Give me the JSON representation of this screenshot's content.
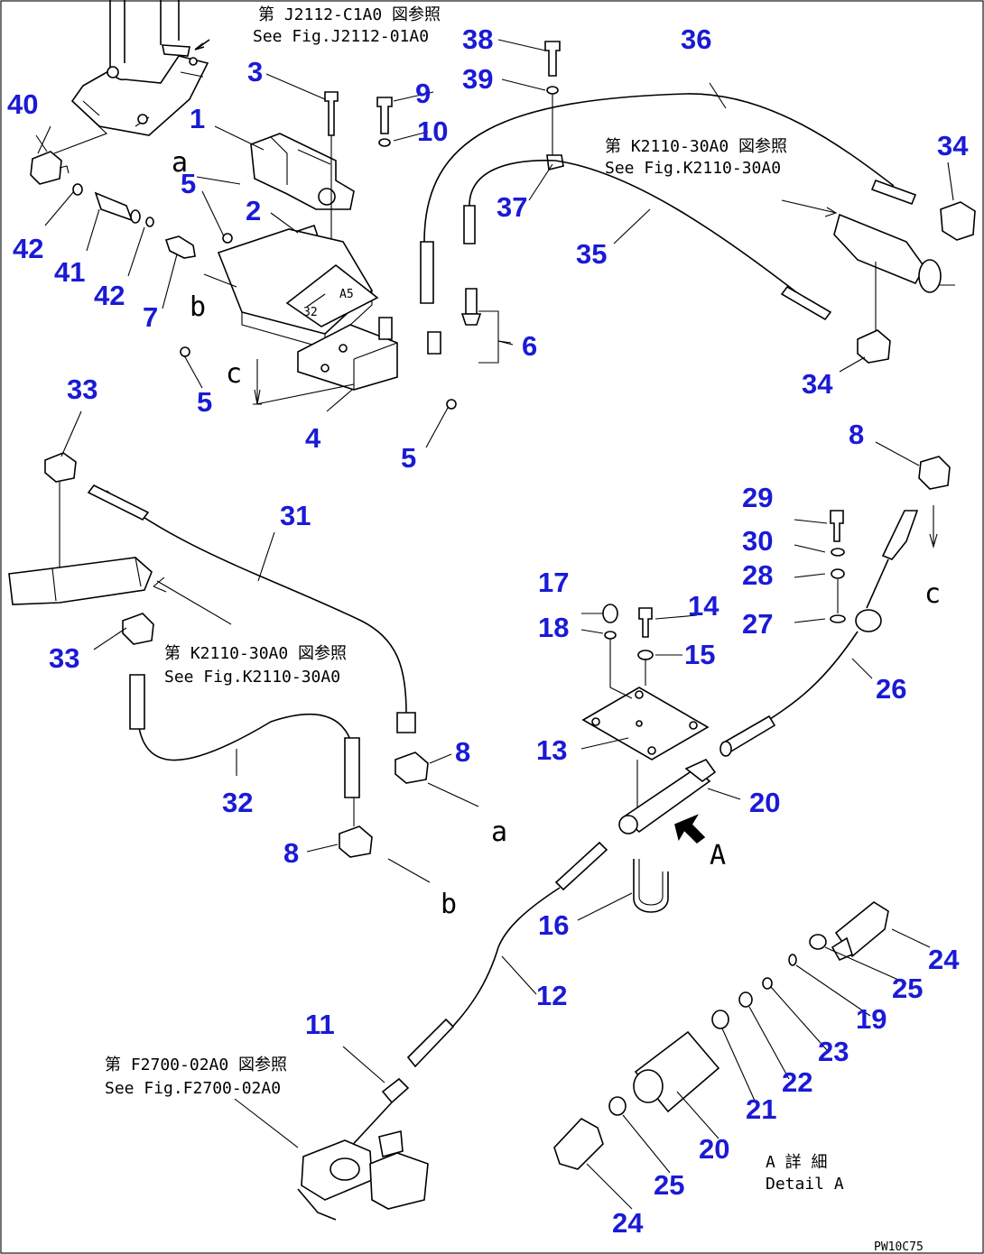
{
  "refs": {
    "r_top": [
      "第 J2112-C1A0 図参照",
      "See Fig.J2112-01A0"
    ],
    "r_right": [
      "第 K2110-30A0 図参照",
      "See Fig.K2110-30A0"
    ],
    "r_left": [
      "第 K2110-30A0 図参照",
      "See Fig.K2110-30A0"
    ],
    "r_bottom": [
      "第 F2700-02A0 図参照",
      "See Fig.F2700-02A0"
    ]
  },
  "detail": {
    "line1": "A 詳 細",
    "line2": "Detail A"
  },
  "arrows": {
    "a1": "a",
    "b1": "b",
    "c1": "c",
    "a2": "a",
    "b2": "b",
    "c2": "c",
    "A": "A"
  },
  "labels": {
    "n1": "1",
    "n2": "2",
    "n3": "3",
    "n4": "4",
    "n5a": "5",
    "n5b": "5",
    "n5c": "5",
    "n6": "6",
    "n7": "7",
    "n8a": "8",
    "n8b": "8",
    "n8c": "8",
    "n9": "9",
    "n10": "10",
    "n11": "11",
    "n12": "12",
    "n13": "13",
    "n14": "14",
    "n15": "15",
    "n16": "16",
    "n17": "17",
    "n18": "18",
    "n19": "19",
    "n20a": "20",
    "n20b": "20",
    "n21": "21",
    "n22": "22",
    "n23": "23",
    "n24a": "24",
    "n24b": "24",
    "n25a": "25",
    "n25b": "25",
    "n26": "26",
    "n27": "27",
    "n28": "28",
    "n29": "29",
    "n30": "30",
    "n31": "31",
    "n32": "32",
    "n33a": "33",
    "n33b": "33",
    "n34a": "34",
    "n34b": "34",
    "n35": "35",
    "n36": "36",
    "n37": "37",
    "n38": "38",
    "n39": "39",
    "n40": "40",
    "n41": "41",
    "n42a": "42",
    "n42b": "42"
  },
  "drawing_code": "PW10C75",
  "colors": {
    "label": "#1a1ad6",
    "line": "#000000"
  }
}
